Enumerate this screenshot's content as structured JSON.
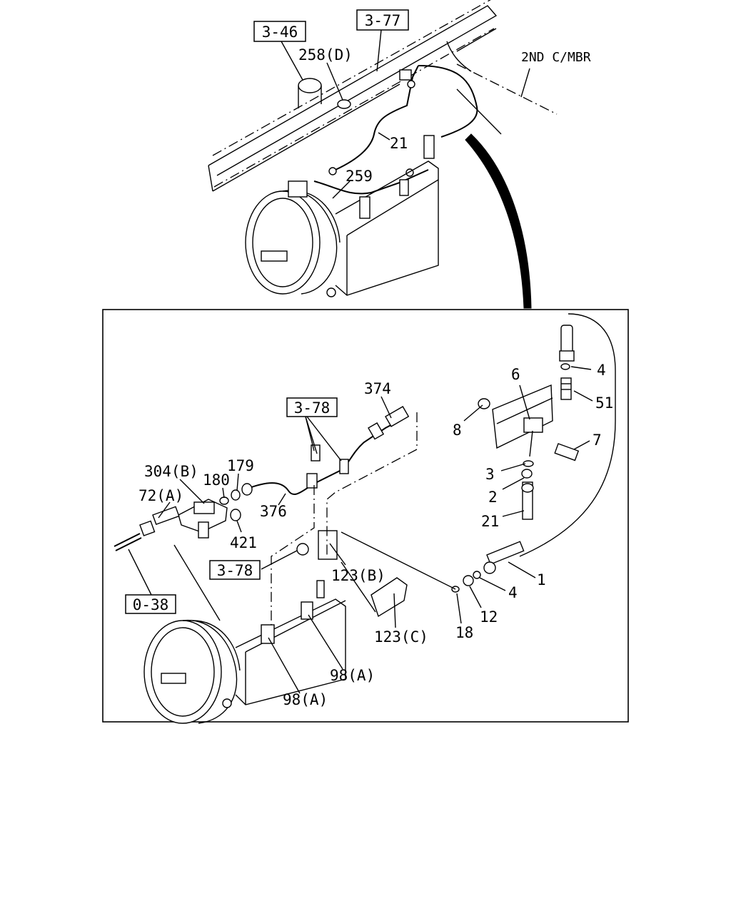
{
  "colors": {
    "line": "#000000",
    "background": "#ffffff"
  },
  "top_view": {
    "refs": {
      "r346": "3-46",
      "r377": "3-77"
    },
    "labels": {
      "l258d": "258(D)",
      "l2nd": "2ND C/MBR",
      "l21": "21",
      "l259": "259"
    }
  },
  "detail_view": {
    "refs": {
      "r378a": "3-78",
      "r378b": "3-78",
      "r038": "0-38"
    },
    "labels": {
      "l374": "374",
      "l304b": "304(B)",
      "l179": "179",
      "l180": "180",
      "l72a": "72(A)",
      "l376": "376",
      "l421": "421",
      "l123b": "123(B)",
      "l123c": "123(C)",
      "l98a1": "98(A)",
      "l98a2": "98(A)",
      "l6": "6",
      "l4a": "4",
      "l51": "51",
      "l8": "8",
      "l7": "7",
      "l3": "3",
      "l2": "2",
      "l21": "21",
      "l1": "1",
      "l4b": "4",
      "l12": "12",
      "l18": "18"
    }
  }
}
